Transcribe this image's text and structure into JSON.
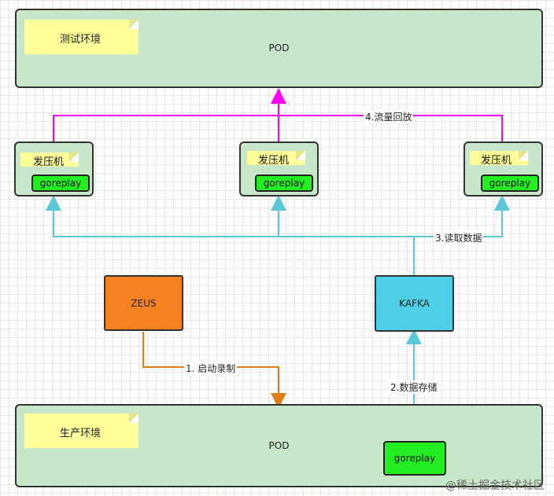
{
  "test_env": {
    "note": "测试环境",
    "pod": "POD"
  },
  "prod_env": {
    "note": "生产环境",
    "pod": "POD",
    "goreplay": "goreplay"
  },
  "press_machines": [
    {
      "note": "发压机",
      "goreplay": "goreplay"
    },
    {
      "note": "发压机",
      "goreplay": "goreplay"
    },
    {
      "note": "发压机",
      "goreplay": "goreplay"
    }
  ],
  "zeus": {
    "label": "ZEUS",
    "color": "#f5821f"
  },
  "kafka": {
    "label": "KAFKA",
    "color": "#4fcfe6"
  },
  "edges": {
    "start_record": "1. 启动录制",
    "store": "2.数据存储",
    "read": "3.读取数据",
    "replay": "4.流量回放"
  },
  "colors": {
    "replay": "#ff00ff",
    "read": "#5bc8d8",
    "record": "#e07f1a",
    "store": "#5bc8d8"
  },
  "watermark": "@稀土掘金技术社区"
}
